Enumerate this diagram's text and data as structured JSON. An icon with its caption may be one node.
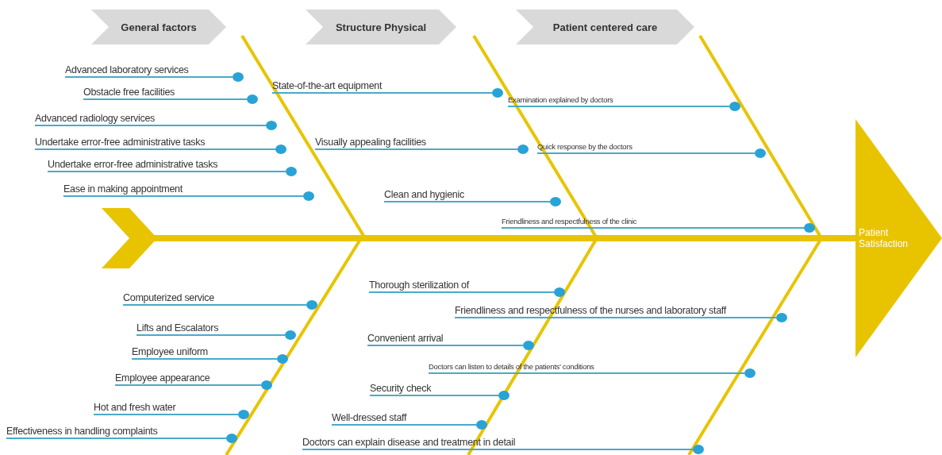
{
  "diagram": {
    "nodes": [
      {
        "text": [
          "General factors"
        ]
      },
      {
        "text": [
          "Structure Physical"
        ]
      },
      {
        "text": [
          "Patient centered care"
        ]
      },
      {
        "text": [
          "Patient Satisfaction"
        ]
      },
      {
        "text": [],
        "shape": "chevron"
      },
      {
        "text": [
          "Advanced laboratory services"
        ]
      },
      {
        "text": [
          "Obstacle free facilities"
        ]
      },
      {
        "text": [
          "Advanced radiology services"
        ]
      },
      {
        "text": [
          "Undertake error-free administrative tasks"
        ]
      },
      {
        "text": [
          "Undertake error-free administrative tasks"
        ]
      },
      {
        "text": [
          "Ease in making appointment"
        ]
      },
      {
        "text": [
          "State-of-the-art equipment"
        ]
      },
      {
        "text": [
          "Visually appealing facilities"
        ]
      },
      {
        "text": [
          "Clean and hygienic"
        ]
      },
      {
        "text": [
          "Examination explained by doctors"
        ]
      },
      {
        "text": [
          "Quick response by the doctors"
        ]
      },
      {
        "text": [
          "Friendliness and respectfulness of the clinic"
        ]
      },
      {
        "text": [
          "Computerized service"
        ]
      },
      {
        "text": [
          "Lifts and Escalators"
        ]
      },
      {
        "text": [
          "Employee uniform"
        ]
      },
      {
        "text": [
          "Employee appearance"
        ]
      },
      {
        "text": [
          "Hot and fresh water"
        ]
      },
      {
        "text": [
          "Effectiveness in handling complaints"
        ]
      },
      {
        "text": [
          "Thorough sterilization of"
        ]
      },
      {
        "text": [
          "Convenient arrival"
        ]
      },
      {
        "text": [
          "Security check"
        ]
      },
      {
        "text": [
          "Well-dressed staff"
        ]
      },
      {
        "text": [
          "Friendliness and respectfulness of the nurses and laboratory staff"
        ]
      },
      {
        "text": [
          "Doctors can listen to details of the patients’ conditions"
        ]
      },
      {
        "text": [
          "Doctors can explain disease and treatment in detail"
        ]
      },
      {
        "text": [],
        "shape": "circle"
      },
      {
        "text": [],
        "shape": "circle"
      },
      {
        "text": [],
        "shape": "circle"
      },
      {
        "text": [],
        "shape": "circle"
      },
      {
        "text": [],
        "shape": "circle"
      },
      {
        "text": [],
        "shape": "circle"
      },
      {
        "text": [],
        "shape": "circle"
      },
      {
        "text": [],
        "shape": "circle"
      },
      {
        "text": [],
        "shape": "circle"
      },
      {
        "text": [],
        "shape": "circle"
      },
      {
        "text": [],
        "shape": "circle"
      },
      {
        "text": [],
        "shape": "circle"
      },
      {
        "text": [],
        "shape": "circle"
      },
      {
        "text": [],
        "shape": "circle"
      },
      {
        "text": [],
        "shape": "circle"
      },
      {
        "text": [],
        "shape": "circle"
      },
      {
        "text": [],
        "shape": "circle"
      },
      {
        "text": [],
        "shape": "circle"
      },
      {
        "text": [],
        "shape": "circle"
      },
      {
        "text": [],
        "shape": "circle"
      },
      {
        "text": [],
        "shape": "circle"
      },
      {
        "text": [],
        "shape": "circle"
      },
      {
        "text": [],
        "shape": "circle"
      },
      {
        "text": [],
        "shape": "circle"
      },
      {
        "text": [],
        "shape": "circle"
      }
    ],
    "edges": [
      {
        "from": 4,
        "to": 3,
        "arrow": "none",
        "style": "thick",
        "color": "#e8c400"
      },
      {
        "from": 5,
        "to": 30,
        "arrow": "none"
      },
      {
        "from": 6,
        "to": 31,
        "arrow": "none"
      },
      {
        "from": 7,
        "to": 32,
        "arrow": "none"
      },
      {
        "from": 8,
        "to": 33,
        "arrow": "none"
      },
      {
        "from": 9,
        "to": 34,
        "arrow": "none"
      },
      {
        "from": 10,
        "to": 35,
        "arrow": "none"
      },
      {
        "from": 11,
        "to": 36,
        "arrow": "none"
      },
      {
        "from": 12,
        "to": 37,
        "arrow": "none"
      },
      {
        "from": 13,
        "to": 38,
        "arrow": "none"
      },
      {
        "from": 14,
        "to": 39,
        "arrow": "none"
      },
      {
        "from": 15,
        "to": 40,
        "arrow": "none"
      },
      {
        "from": 16,
        "to": 41,
        "arrow": "none"
      },
      {
        "from": 17,
        "to": 42,
        "arrow": "none"
      },
      {
        "from": 18,
        "to": 43,
        "arrow": "none"
      },
      {
        "from": 19,
        "to": 44,
        "arrow": "none"
      },
      {
        "from": 20,
        "to": 45,
        "arrow": "none"
      },
      {
        "from": 21,
        "to": 46,
        "arrow": "none"
      },
      {
        "from": 22,
        "to": 47,
        "arrow": "none"
      },
      {
        "from": 23,
        "to": 48,
        "arrow": "none"
      },
      {
        "from": 24,
        "to": 49,
        "arrow": "none"
      },
      {
        "from": 25,
        "to": 50,
        "arrow": "none"
      },
      {
        "from": 26,
        "to": 51,
        "arrow": "none"
      },
      {
        "from": 27,
        "to": 52,
        "arrow": "none"
      },
      {
        "from": 28,
        "to": 53,
        "arrow": "none"
      },
      {
        "from": 29,
        "to": 54,
        "arrow": "none"
      }
    ]
  }
}
